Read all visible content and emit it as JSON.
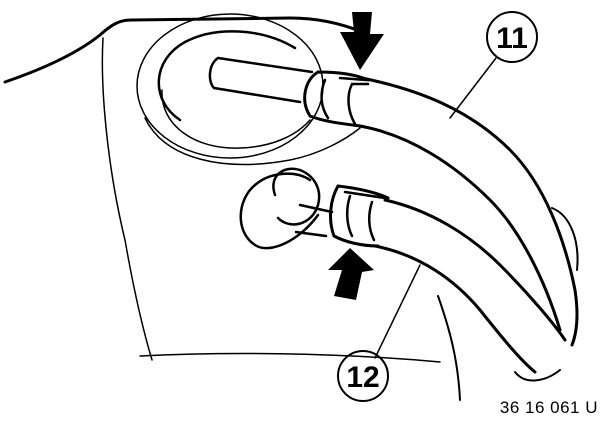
{
  "diagram": {
    "callouts": [
      {
        "label": "11"
      },
      {
        "label": "12"
      }
    ],
    "reference_code": "36 16 061 U",
    "colors": {
      "line": "#000000",
      "background": "#ffffff"
    }
  }
}
